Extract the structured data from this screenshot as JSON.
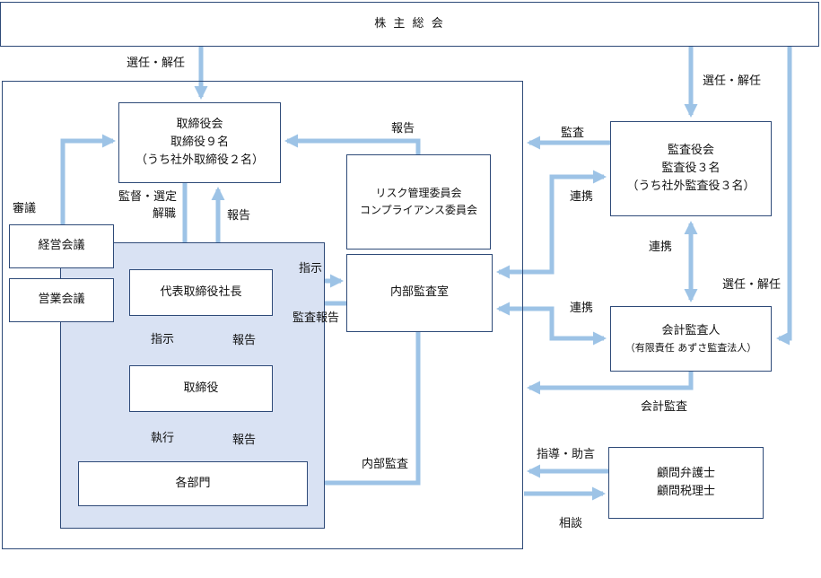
{
  "colors": {
    "arrow": "#9dc3e6",
    "border": "#2e4a78",
    "shade": "#d9e2f3"
  },
  "nodes": {
    "shareholders": "株 主 総 会",
    "board": {
      "line1": "取締役会",
      "line2": "取締役９名",
      "line3": "（うち社外取締役２名）"
    },
    "risk": {
      "line1": "リスク管理委員会",
      "line2": "コンプライアンス委員会"
    },
    "audit_board": {
      "line1": "監査役会",
      "line2": "監査役３名",
      "line3": "（うち社外監査役３名）"
    },
    "management_meeting": "経営会議",
    "sales_meeting": "営業会議",
    "president": "代表取締役社長",
    "internal_audit": "内部監査室",
    "auditor": {
      "line1": "会計監査人",
      "line2": "（有限責任 あずさ監査法人）"
    },
    "directors": "取締役",
    "departments": "各部門",
    "advisors": {
      "line1": "顧問弁護士",
      "line2": "顧問税理士"
    }
  },
  "labels": {
    "elect_board": "選任・解任",
    "elect_audit": "選任・解任",
    "elect_auditor": "選任・解任",
    "deliberation": "審議",
    "report_risk": "報告",
    "audit": "監査",
    "supervise1": "監督・選定",
    "supervise2": "解職",
    "report_president": "報告",
    "coop_audit_board": "連携",
    "coop_vertical": "連携",
    "coop_auditor": "連携",
    "instruct_audit": "指示",
    "audit_report": "監査報告",
    "instruct_directors": "指示",
    "report_directors": "報告",
    "execute": "執行",
    "report_departments": "報告",
    "internal_audit_label": "内部監査",
    "accounting_audit": "会計監査",
    "guidance": "指導・助言",
    "consult": "相談"
  }
}
